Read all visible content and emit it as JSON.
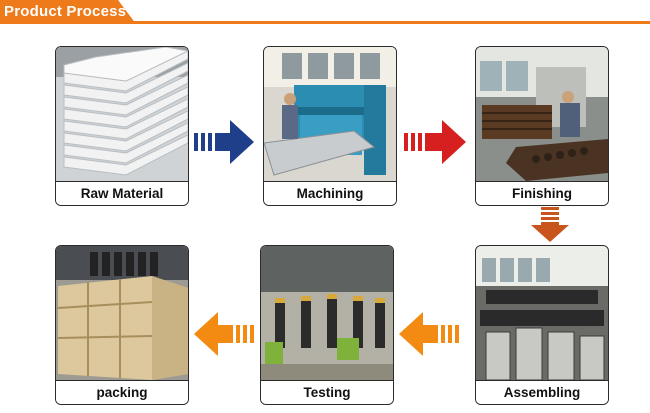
{
  "header": {
    "title": "Product Process"
  },
  "steps": [
    {
      "label": "Raw Material"
    },
    {
      "label": "Machining"
    },
    {
      "label": "Finishing"
    },
    {
      "label": "Assembling"
    },
    {
      "label": "Testing"
    },
    {
      "label": "packing"
    }
  ],
  "colors": {
    "banner": "#ef7a1a",
    "arrow_blue": "#1f3f8a",
    "arrow_red": "#d61f1f",
    "arrow_brown": "#c8561c",
    "arrow_orange": "#f38a12"
  }
}
